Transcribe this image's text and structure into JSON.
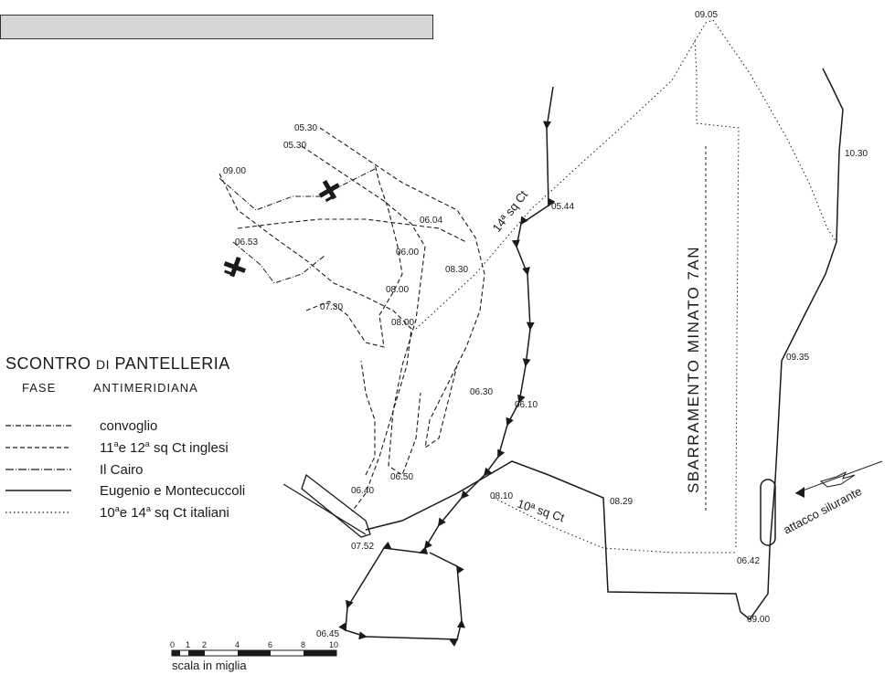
{
  "legend": {
    "title_part1": "SCONTRO",
    "title_part2": "DI",
    "title_part3": "PANTELLERIA",
    "phase_word": "FASE",
    "phase_value": "ANTIMERIDIANA",
    "items": [
      {
        "label": "convoglio",
        "style": "dash-dot"
      },
      {
        "label_a": "11",
        "sup_a": "a",
        "label_b": "e 12",
        "sup_b": "a",
        "label_c": " sq Ct inglesi",
        "style": "dashed"
      },
      {
        "label": "Il Cairo",
        "style": "long-dash-dot"
      },
      {
        "label": "Eugenio e Montecuccoli",
        "style": "solid"
      },
      {
        "label_a": "10",
        "sup_a": "a",
        "label_b": "e 14",
        "sup_b": "a",
        "label_c": " sq  Ct italiani",
        "style": "dotted"
      }
    ]
  },
  "annotations": {
    "minefield": "SBARRAMENTO MINATO 7AN",
    "squadron14": "14ª sq Ct",
    "squadron10": "10ª sq Ct",
    "torpedo": "attacco silurante"
  },
  "times": {
    "t0905": "09.05",
    "t1030": "10.30",
    "t0530a": "05.30",
    "t0530b": "05.30",
    "t0900a": "09.00",
    "t0544": "05.44",
    "t0604": "06.04",
    "t0600": "06.00",
    "t0653": "06.53",
    "t0830": "08.30",
    "t0800a": "08.00",
    "t0800b": "08.00",
    "t0730": "07.30",
    "t0935": "09.35",
    "t0630": "06.30",
    "t0610": "06.10",
    "t0650": "06.50",
    "t0640": "06.40",
    "t0810": "08.10",
    "t0829": "08.29",
    "t0752": "07.52",
    "t0642": "06.42",
    "t0900b": "09.00",
    "t0645": "06.45"
  },
  "scale": {
    "label": "scala in miglia",
    "ticks": [
      "0",
      "1",
      "2",
      "4",
      "6",
      "8",
      "10"
    ]
  }
}
